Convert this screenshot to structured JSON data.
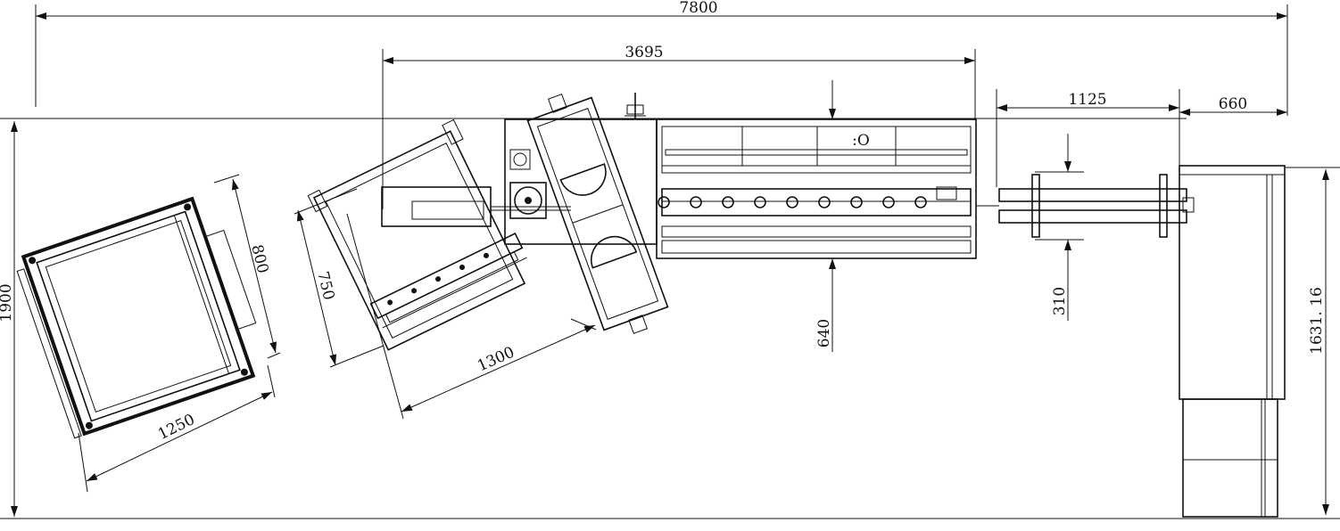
{
  "dimensions": {
    "overall_length": "7800",
    "machine_length": "3695",
    "conveyor_length": "1125",
    "stacker_width": "660",
    "overall_height": "1900",
    "feeder_width": "800",
    "feeder_length": "1250",
    "folder_width": "750",
    "folder_length": "1300",
    "center_offset": "640",
    "conveyor_width": "310",
    "stacker_length": "1631. 16"
  },
  "annotations": {
    "panel_mark": ":O"
  },
  "colors": {
    "line": "#111111",
    "background": "#ffffff"
  }
}
